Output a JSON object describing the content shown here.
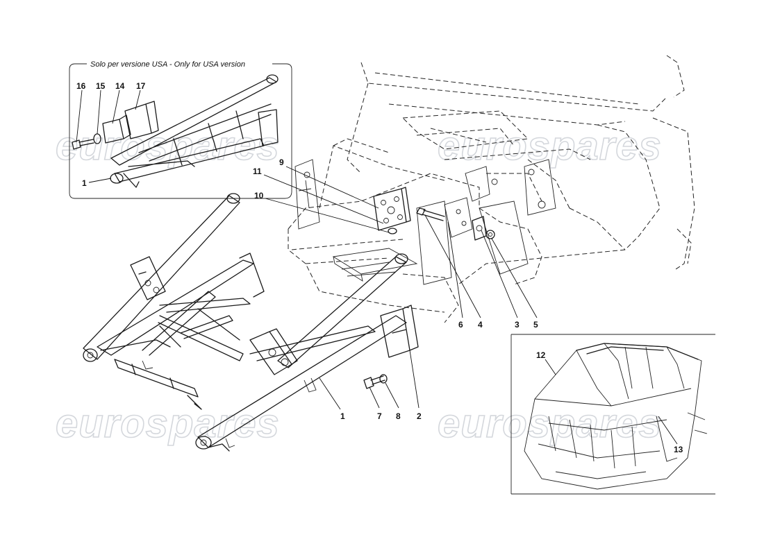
{
  "inset_caption": "Solo per versione USA - Only for USA version",
  "watermark": "eurospares",
  "callouts": {
    "inset": [
      "16",
      "15",
      "14",
      "17",
      "1"
    ],
    "main": [
      "9",
      "11",
      "10",
      "6",
      "4",
      "3",
      "5",
      "7",
      "8",
      "2",
      "1"
    ],
    "car": [
      "12",
      "13"
    ]
  }
}
